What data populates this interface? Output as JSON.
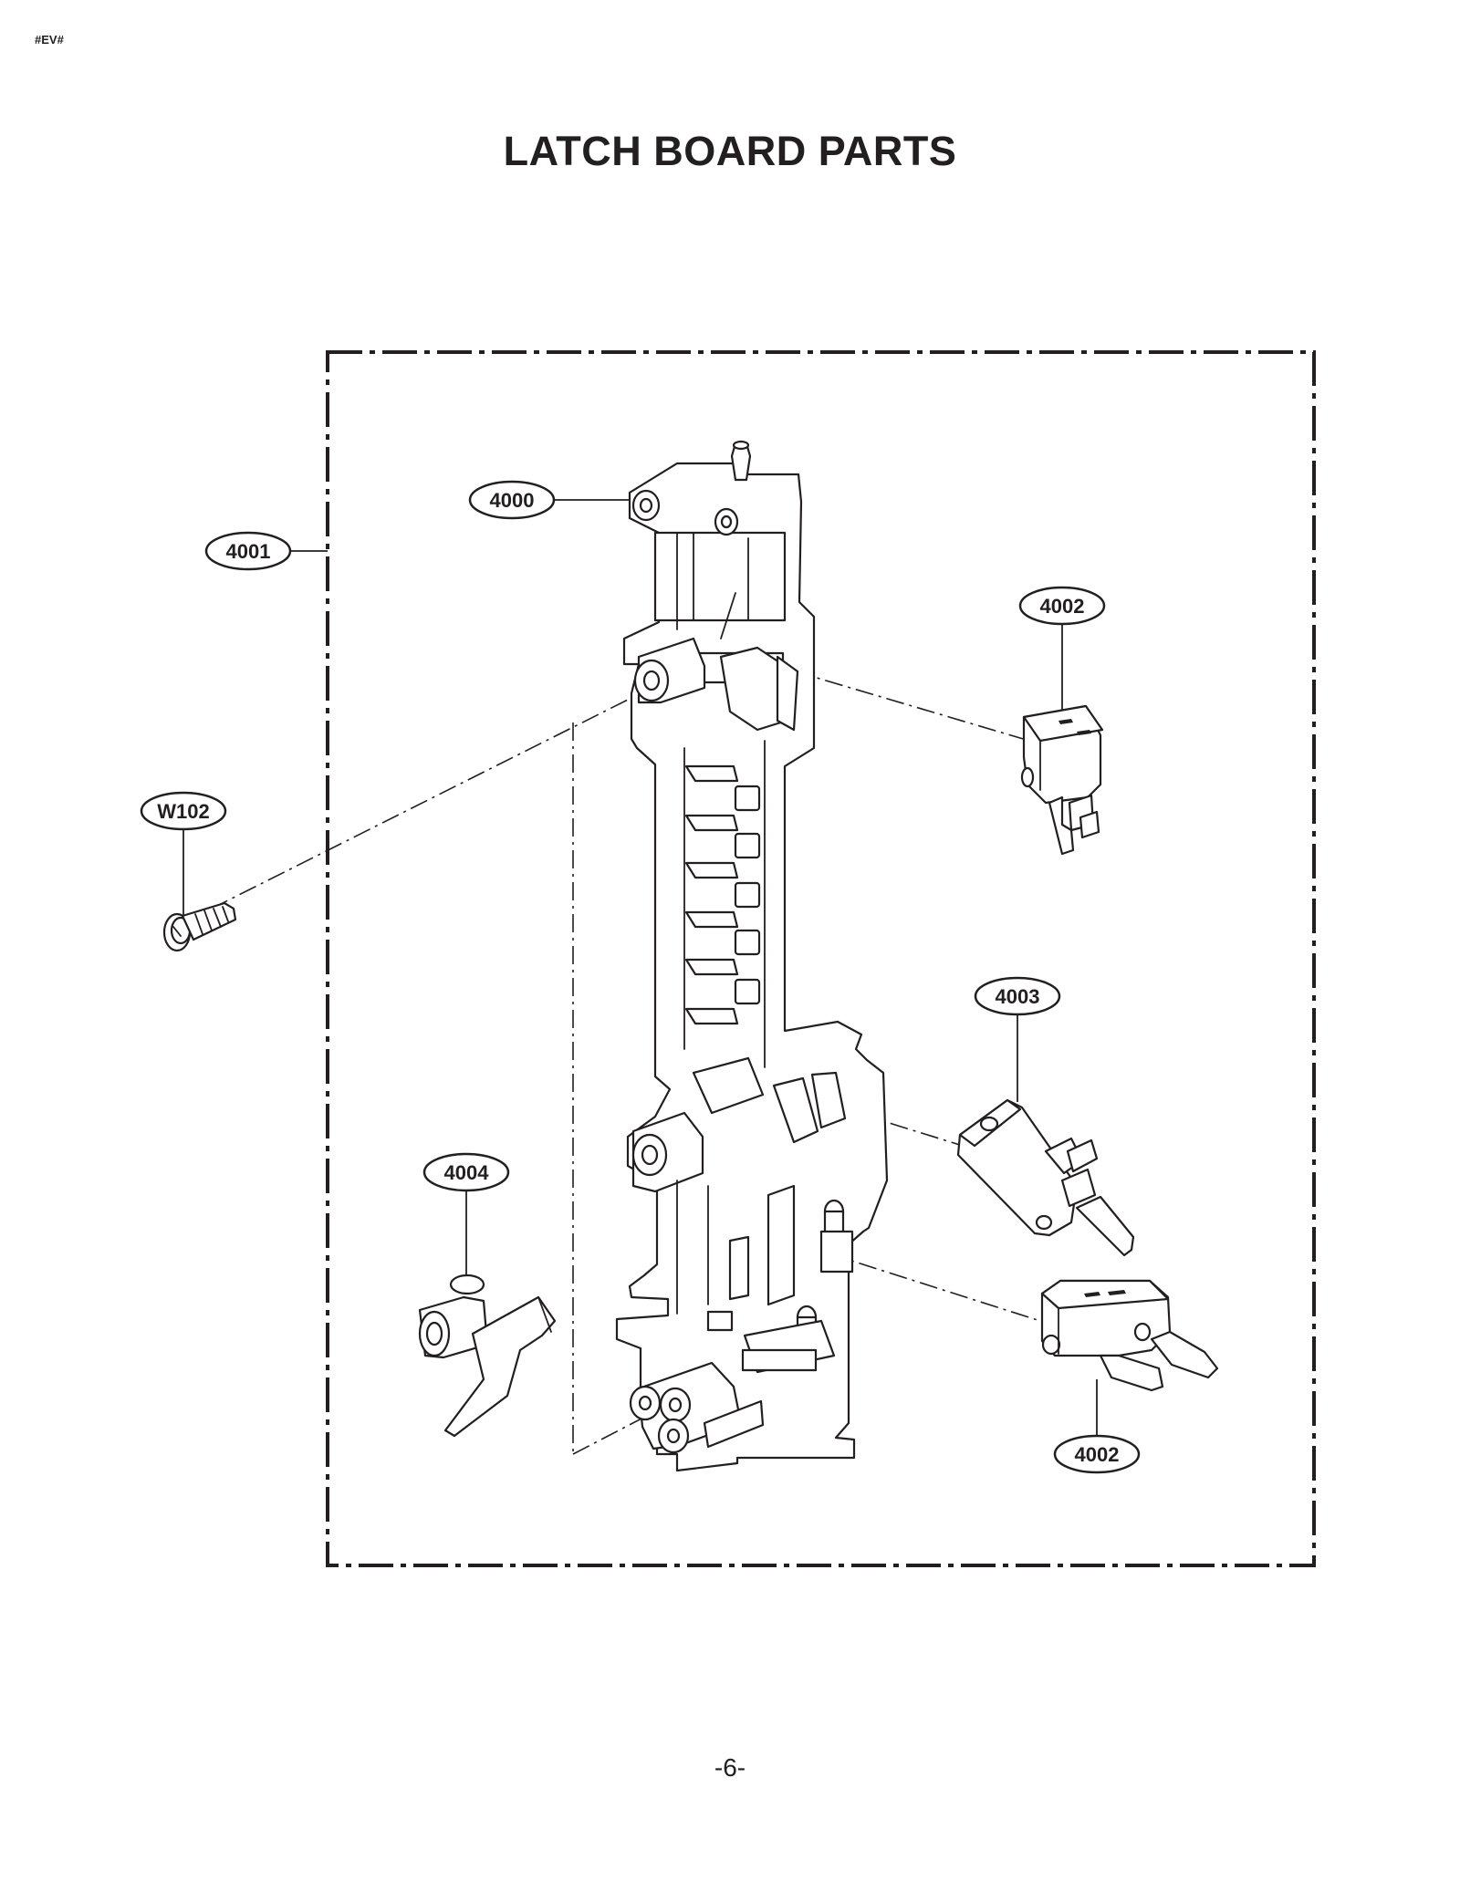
{
  "header": {
    "corner_tag": "#EV#"
  },
  "title": "LATCH BOARD PARTS",
  "page_number": "-6-",
  "callouts": [
    {
      "id": "4000",
      "label": "4000"
    },
    {
      "id": "4001",
      "label": "4001"
    },
    {
      "id": "4002a",
      "label": "4002"
    },
    {
      "id": "W102",
      "label": "W102"
    },
    {
      "id": "4003",
      "label": "4003"
    },
    {
      "id": "4004",
      "label": "4004"
    },
    {
      "id": "4002b",
      "label": "4002"
    }
  ]
}
